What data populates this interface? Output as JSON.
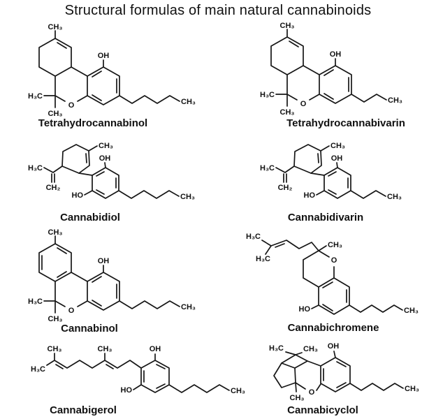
{
  "title": "Structural formulas of main natural cannabinoids",
  "colors": {
    "ink": "#161616",
    "background": "#ffffff"
  },
  "molecules": [
    {
      "name": "Tetrahydrocannabinol",
      "labels": [
        "CH₃",
        "OH",
        "H₃C",
        "CH₃",
        "O",
        "CH₃"
      ]
    },
    {
      "name": "Tetrahydrocannabivarin",
      "labels": [
        "CH₃",
        "OH",
        "H₃C",
        "CH₃",
        "O",
        "CH₃"
      ]
    },
    {
      "name": "Cannabidiol",
      "labels": [
        "CH₃",
        "OH",
        "H₃C",
        "CH₂",
        "HO",
        "CH₃"
      ]
    },
    {
      "name": "Cannabidivarin",
      "labels": [
        "CH₃",
        "OH",
        "H₃C",
        "CH₂",
        "HO",
        "CH₃"
      ]
    },
    {
      "name": "Cannabinol",
      "labels": [
        "CH₃",
        "OH",
        "H₃C",
        "CH₃",
        "O",
        "CH₃"
      ]
    },
    {
      "name": "Cannabichromene",
      "labels": [
        "H₃C",
        "H₃C",
        "CH₃",
        "O",
        "HO",
        "CH₃"
      ]
    },
    {
      "name": "Cannabigerol",
      "labels": [
        "CH₃",
        "CH₃",
        "OH",
        "H₃C",
        "HO",
        "CH₃"
      ]
    },
    {
      "name": "Cannabicyclol",
      "labels": [
        "H₃C",
        "CH₃",
        "OH",
        "O",
        "CH₃",
        "CH₃"
      ]
    }
  ]
}
